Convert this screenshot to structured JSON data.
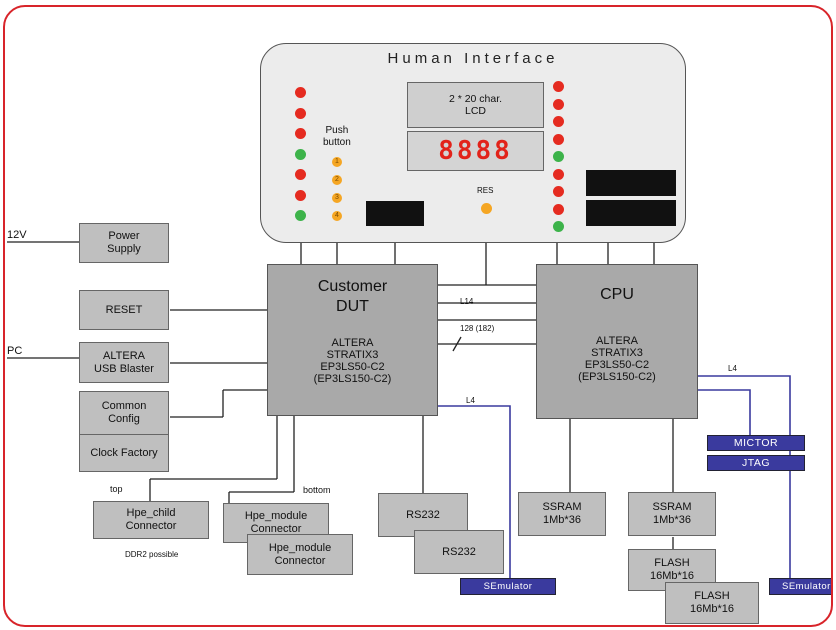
{
  "human_interface": {
    "title": "Human Interface",
    "lcd_label": "2 * 20 char.\nLCD",
    "seven_segment": "8888",
    "push_button_label": "Push\nbutton",
    "push_buttons": [
      "1",
      "2",
      "3",
      "4"
    ],
    "res_label": "RES",
    "left_leds": [
      "red",
      "red",
      "red",
      "green",
      "red",
      "red",
      "green"
    ],
    "right_leds": [
      "red",
      "red",
      "red",
      "red",
      "green",
      "red",
      "red",
      "red",
      "green"
    ]
  },
  "left_inputs": {
    "v12": "12V",
    "pc": "PC"
  },
  "blocks": {
    "power_supply": "Power\nSupply",
    "reset": "RESET",
    "usb_blaster": "ALTERA\nUSB Blaster",
    "common_config": "Common\nConfig",
    "clock_factory": "Clock Factory",
    "hpe_child": "Hpe_child\nConnector",
    "hpe_module_1": "Hpe_module\nConnector",
    "hpe_module_2": "Hpe_module\nConnector",
    "rs232_1": "RS232",
    "rs232_2": "RS232",
    "sram_1": "SSRAM\n1Mb*36",
    "sram_2": "SSRAM\n1Mb*36",
    "flash_1": "FLASH\n16Mb*16",
    "flash_2": "FLASH\n16Mb*16"
  },
  "dut": {
    "title": "Customer\nDUT",
    "desc": "ALTERA\nSTRATIX3\nEP3LS50-C2\n(EP3LS150-C2)"
  },
  "cpu": {
    "title": "CPU",
    "desc": "ALTERA\nSTRATIX3\nEP3LS50-C2\n(EP3LS150-C2)"
  },
  "blue_blocks": {
    "mictor": "MICTOR",
    "jtag": "JTAG",
    "semulator_1": "SEmulator",
    "semulator_2": "SEmulator"
  },
  "labels": {
    "l14": "L14",
    "bus": "128 (182)",
    "l4_dut": "L4",
    "l4_cpu": "L4",
    "top": "top",
    "bottom": "bottom",
    "ddr2": "DDR2 possible"
  },
  "colors": {
    "frame": "#d8242a",
    "led_red": "#e52b20",
    "led_green": "#3db34a",
    "button_orange": "#f5a623",
    "blue_block": "#3a3a9e",
    "chip_gray": "#a9a9a9"
  }
}
